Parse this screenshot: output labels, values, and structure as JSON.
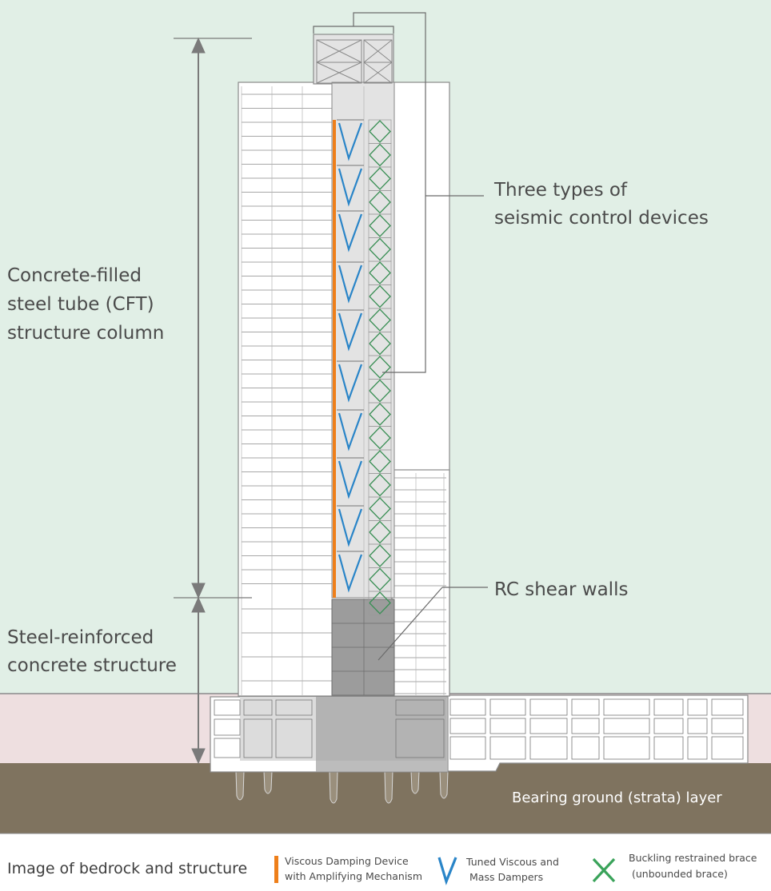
{
  "labels": {
    "cft_line1": "Concrete-filled",
    "cft_line2": "steel tube (CFT)",
    "cft_line3": "structure column",
    "src_line1": "Steel-reinforced",
    "src_line2": "concrete structure",
    "devices_line1": "Three types of",
    "devices_line2": "seismic control devices",
    "rc_walls": "RC shear walls",
    "bearing_ground": "Bearing ground (strata) layer"
  },
  "legend": {
    "title": "Image of bedrock and structure",
    "items": [
      {
        "line1": "Viscous Damping Device",
        "line2": "with Amplifying Mechanism",
        "color": "#ee7f1a",
        "icon": "orange-bar-icon"
      },
      {
        "line1": "Tuned Viscous and",
        "line2": "Mass Dampers",
        "color": "#2a85c8",
        "icon": "blue-v-icon"
      },
      {
        "line1": "Buckling restrained brace",
        "line2": "(unbounded brace)",
        "color": "#3aa35a",
        "icon": "green-x-icon"
      }
    ]
  },
  "colors": {
    "sky": "#e1efe6",
    "underground_soil": "#eedfe0",
    "bearing_ground": "#7f735f",
    "building_outline": "#8a8a8a",
    "core": "#e3e3e3",
    "rc_wall": "#9c9c9c",
    "viscous_damper": "#ee7f1a",
    "tuned_damper": "#2a85c8",
    "brace": "#3aa35a"
  }
}
